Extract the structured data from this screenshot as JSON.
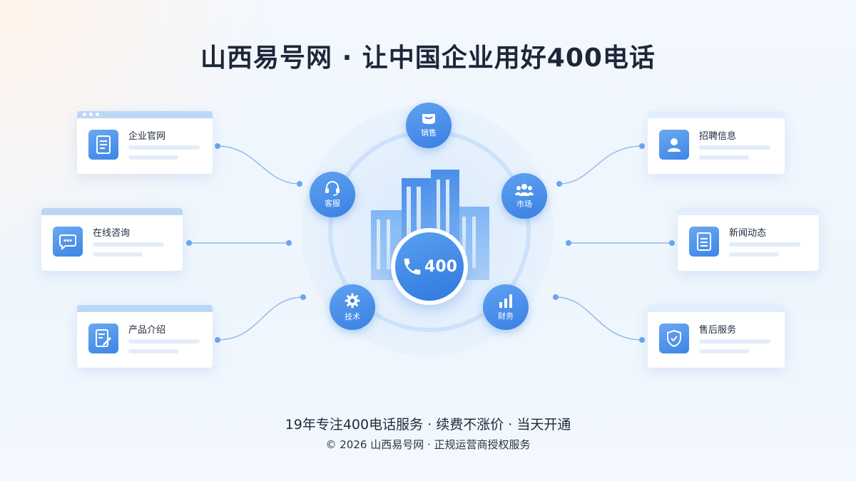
{
  "title": "山西易号网 · 让中国企业用好400电话",
  "cards": {
    "website": "企业官网",
    "consult": "在线咨询",
    "product": "产品介绍",
    "recruit": "招聘信息",
    "news": "新闻动态",
    "aftersale": "售后服务"
  },
  "nodes": {
    "sales": "销售",
    "service": "客服",
    "market": "市场",
    "tech": "技术",
    "finance": "财务"
  },
  "hub": {
    "number": "400"
  },
  "footer": {
    "line1": "19年专注400电话服务 · 续费不涨价 · 当天开通",
    "line2": "© 2026 山西易号网 · 正规运营商授权服务"
  },
  "colors": {
    "accent": "#3a80e3",
    "light": "#cde2fa",
    "text": "#1d2738"
  },
  "icons": {
    "website": "document-icon",
    "consult": "chat-bubble-icon",
    "product": "edit-document-icon",
    "recruit": "person-icon",
    "news": "news-list-icon",
    "aftersale": "shield-check-icon",
    "sales": "bag-icon",
    "service": "headset-icon",
    "market": "group-icon",
    "tech": "gear-icon",
    "finance": "bar-chart-icon",
    "hub": "phone-icon",
    "building": "building-icon"
  }
}
